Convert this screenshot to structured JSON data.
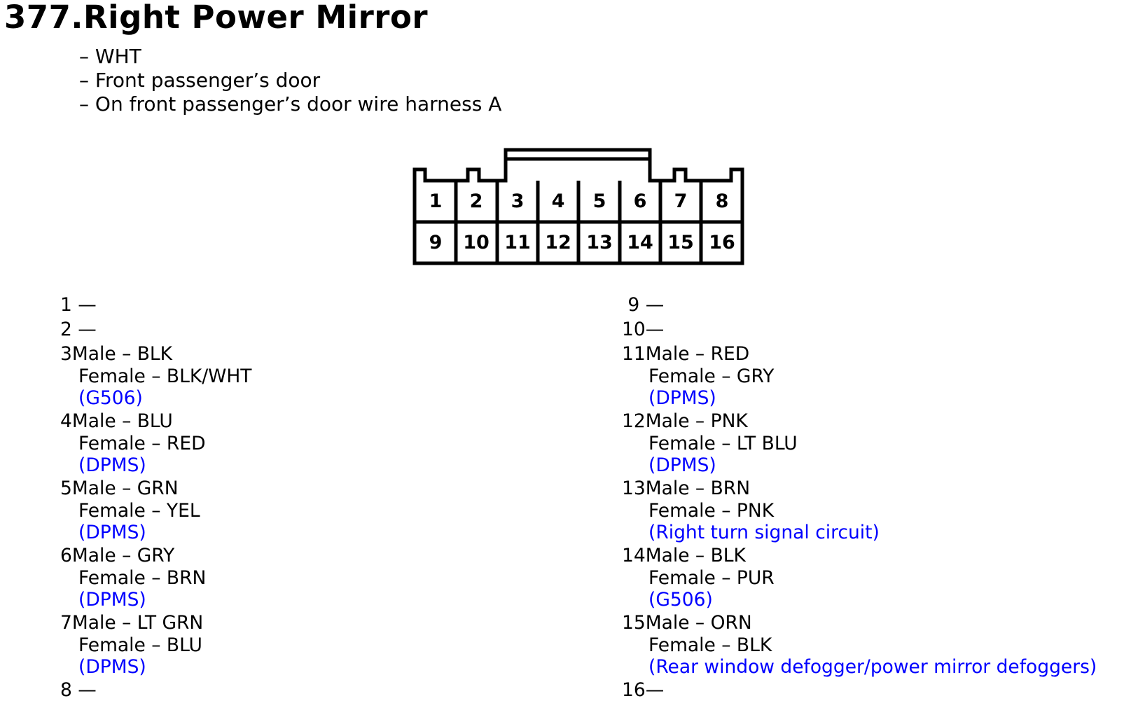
{
  "title": "377.Right Power Mirror",
  "info": [
    "– WHT",
    "– Front passenger’s door",
    "– On front passenger’s door wire harness A"
  ],
  "connector": {
    "top_row": [
      "1",
      "2",
      "3",
      "4",
      "5",
      "6",
      "7",
      "8"
    ],
    "bottom_row": [
      "9",
      "10",
      "11",
      "12",
      "13",
      "14",
      "15",
      "16"
    ]
  },
  "colors": {
    "text": "#000000",
    "circuit_link": "#0000ff",
    "background": "#ffffff"
  },
  "pins_left": [
    {
      "num": "1",
      "male": " —",
      "female": null,
      "circuit": null
    },
    {
      "num": "2",
      "male": " —",
      "female": null,
      "circuit": null
    },
    {
      "num": "3",
      "male": "Male – BLK",
      "female": "Female – BLK/WHT",
      "circuit": "(G506)"
    },
    {
      "num": "4",
      "male": "Male – BLU",
      "female": "Female – RED",
      "circuit": "(DPMS)"
    },
    {
      "num": "5",
      "male": "Male – GRN",
      "female": "Female – YEL",
      "circuit": "(DPMS)"
    },
    {
      "num": "6",
      "male": "Male – GRY",
      "female": "Female – BRN",
      "circuit": "(DPMS)"
    },
    {
      "num": "7",
      "male": "Male – LT GRN",
      "female": "Female – BLU",
      "circuit": "(DPMS)"
    },
    {
      "num": "8",
      "male": " —",
      "female": null,
      "circuit": null
    }
  ],
  "pins_right": [
    {
      "num": " 9",
      "male": " —",
      "female": null,
      "circuit": null
    },
    {
      "num": "10",
      "male": "—",
      "female": null,
      "circuit": null
    },
    {
      "num": "11",
      "male": "Male – RED",
      "female": "Female – GRY",
      "circuit": "(DPMS)"
    },
    {
      "num": "12",
      "male": "Male – PNK",
      "female": "Female – LT BLU",
      "circuit": "(DPMS)"
    },
    {
      "num": "13",
      "male": "Male – BRN",
      "female": "Female – PNK",
      "circuit": "(Right turn signal circuit)"
    },
    {
      "num": "14",
      "male": "Male – BLK",
      "female": "Female – PUR",
      "circuit": "(G506)"
    },
    {
      "num": "15",
      "male": "Male – ORN",
      "female": "Female – BLK",
      "circuit": "(Rear window defogger/power mirror defoggers)"
    },
    {
      "num": "16",
      "male": "—",
      "female": null,
      "circuit": null
    }
  ]
}
